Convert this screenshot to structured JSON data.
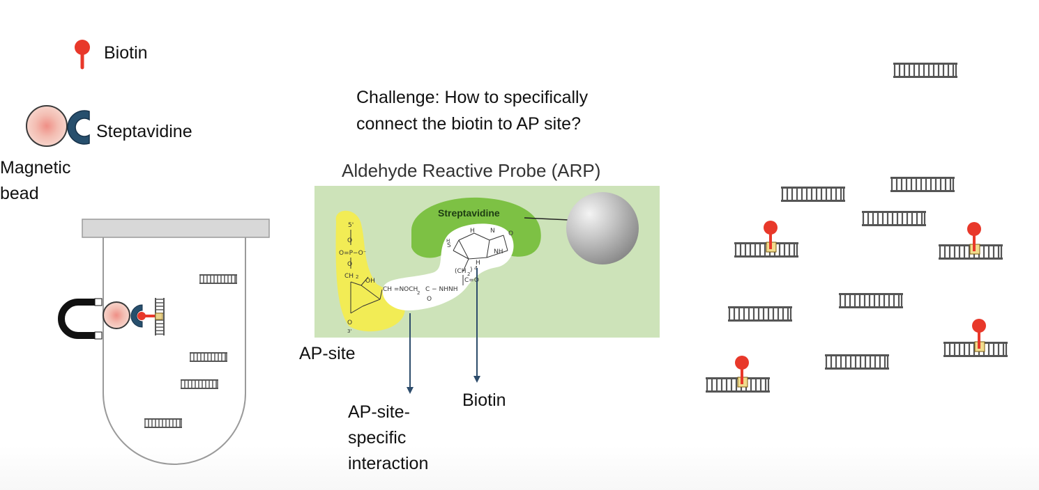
{
  "legend": {
    "biotin_label": "Biotin",
    "streptavidin_label": "Steptavidine",
    "bead_label_line1": "Magnetic",
    "bead_label_line2": "bead"
  },
  "challenge": {
    "line1": "Challenge: How to specifically",
    "line2": "connect the biotin to AP site?"
  },
  "arp_panel": {
    "title": "Aldehyde Reactive Probe (ARP)",
    "streptavidin_label": "Streptavidine",
    "ap_site_label": "AP-site",
    "biotin_label": "Biotin",
    "interaction_line1": "AP-site-",
    "interaction_line2": "specific",
    "interaction_line3": "interaction"
  },
  "colors": {
    "biotin_red": "#e8382a",
    "streptavidin_dark": "#274f6d",
    "bead_pink": "#f2bfb4",
    "panel_green": "#cde3b9",
    "strep_green": "#7dc144",
    "ap_yellow": "#f2ec55",
    "arrow_blue": "#2d4c6b"
  },
  "icons": [
    "biotin-pin-icon",
    "streptavidin-cup-icon",
    "magnetic-bead-icon",
    "magnet-icon",
    "dna-fragment-icon",
    "test-tube-icon",
    "steel-bead-icon"
  ]
}
